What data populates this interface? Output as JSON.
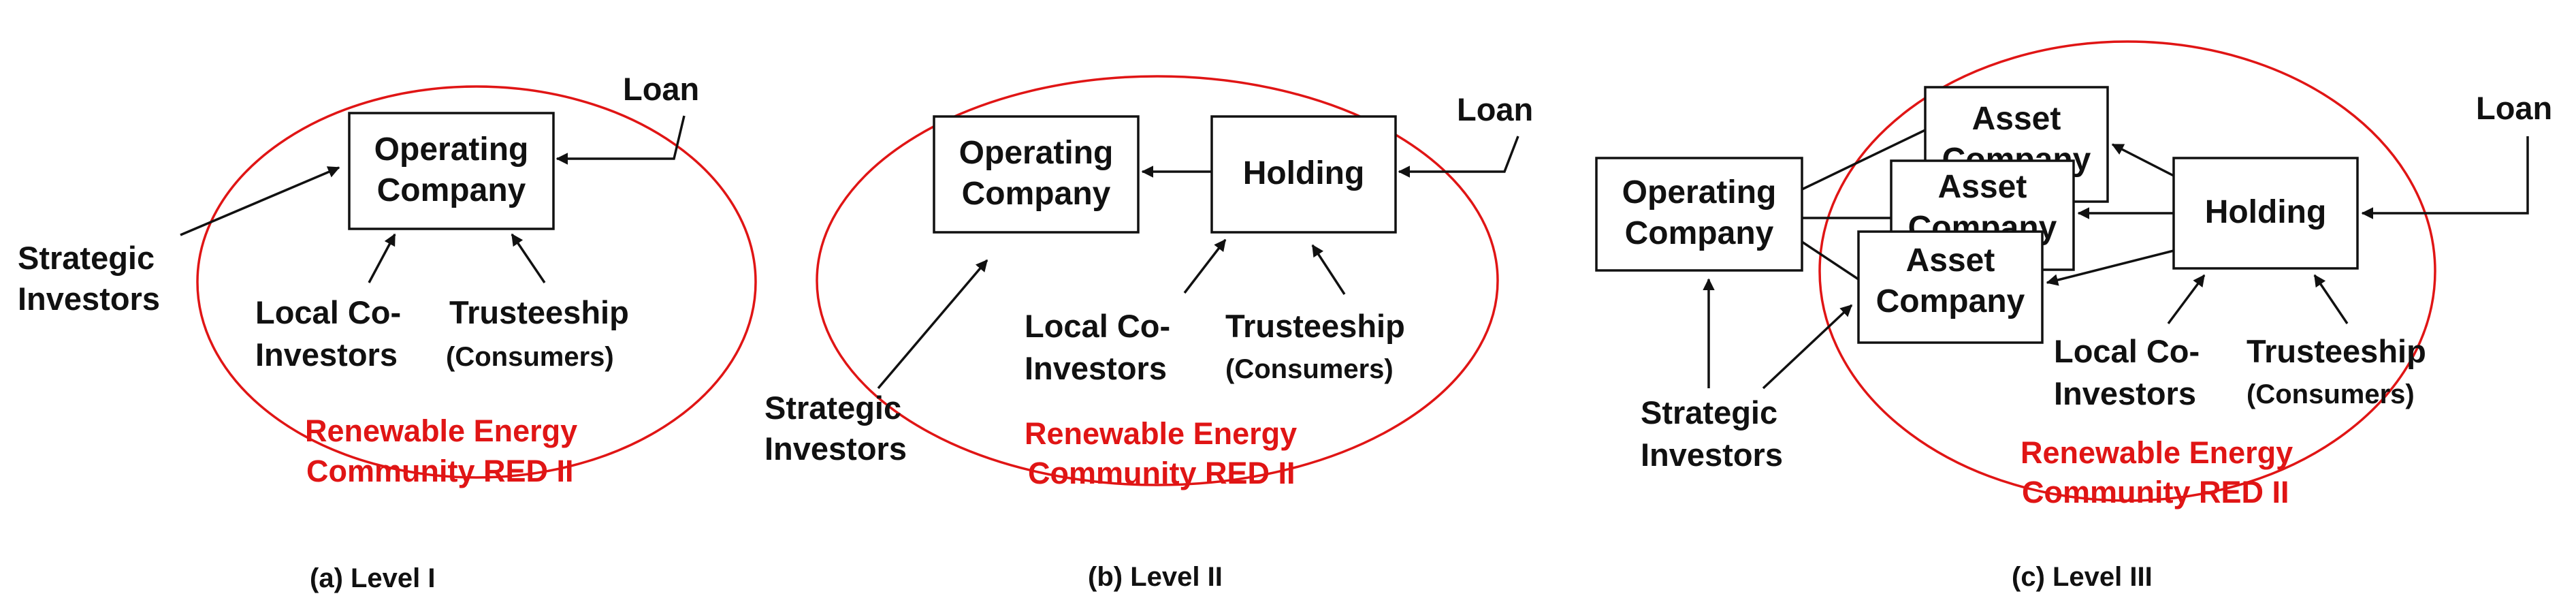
{
  "panels": [
    {
      "caption": "(a) Level I",
      "loan": "Loan",
      "operating_company": [
        "Operating",
        "Company"
      ],
      "strategic_investors": [
        "Strategic",
        "Investors"
      ],
      "local_co_investors": [
        "Local Co-",
        "Investors"
      ],
      "trusteeship": [
        "Trusteeship",
        "(Consumers)"
      ],
      "community": [
        "Renewable Energy",
        "Community RED II"
      ]
    },
    {
      "caption": "(b) Level II",
      "loan": "Loan",
      "operating_company": [
        "Operating",
        "Company"
      ],
      "holding": "Holding",
      "strategic_investors": [
        "Strategic",
        "Investors"
      ],
      "local_co_investors": [
        "Local Co-",
        "Investors"
      ],
      "trusteeship": [
        "Trusteeship",
        "(Consumers)"
      ],
      "community": [
        "Renewable Energy",
        "Community RED II"
      ]
    },
    {
      "caption": "(c) Level III",
      "loan": "Loan",
      "operating_company": [
        "Operating",
        "Company"
      ],
      "holding": "Holding",
      "asset_company": [
        "Asset",
        "Company"
      ],
      "strategic_investors": [
        "Strategic",
        "Investors"
      ],
      "local_co_investors": [
        "Local Co-",
        "Investors"
      ],
      "trusteeship": [
        "Trusteeship",
        "(Consumers)"
      ],
      "community": [
        "Renewable Energy",
        "Community RED II"
      ]
    }
  ],
  "colors": {
    "ellipse": "#e01515",
    "community_text": "#e01515",
    "lines": "#111111"
  }
}
